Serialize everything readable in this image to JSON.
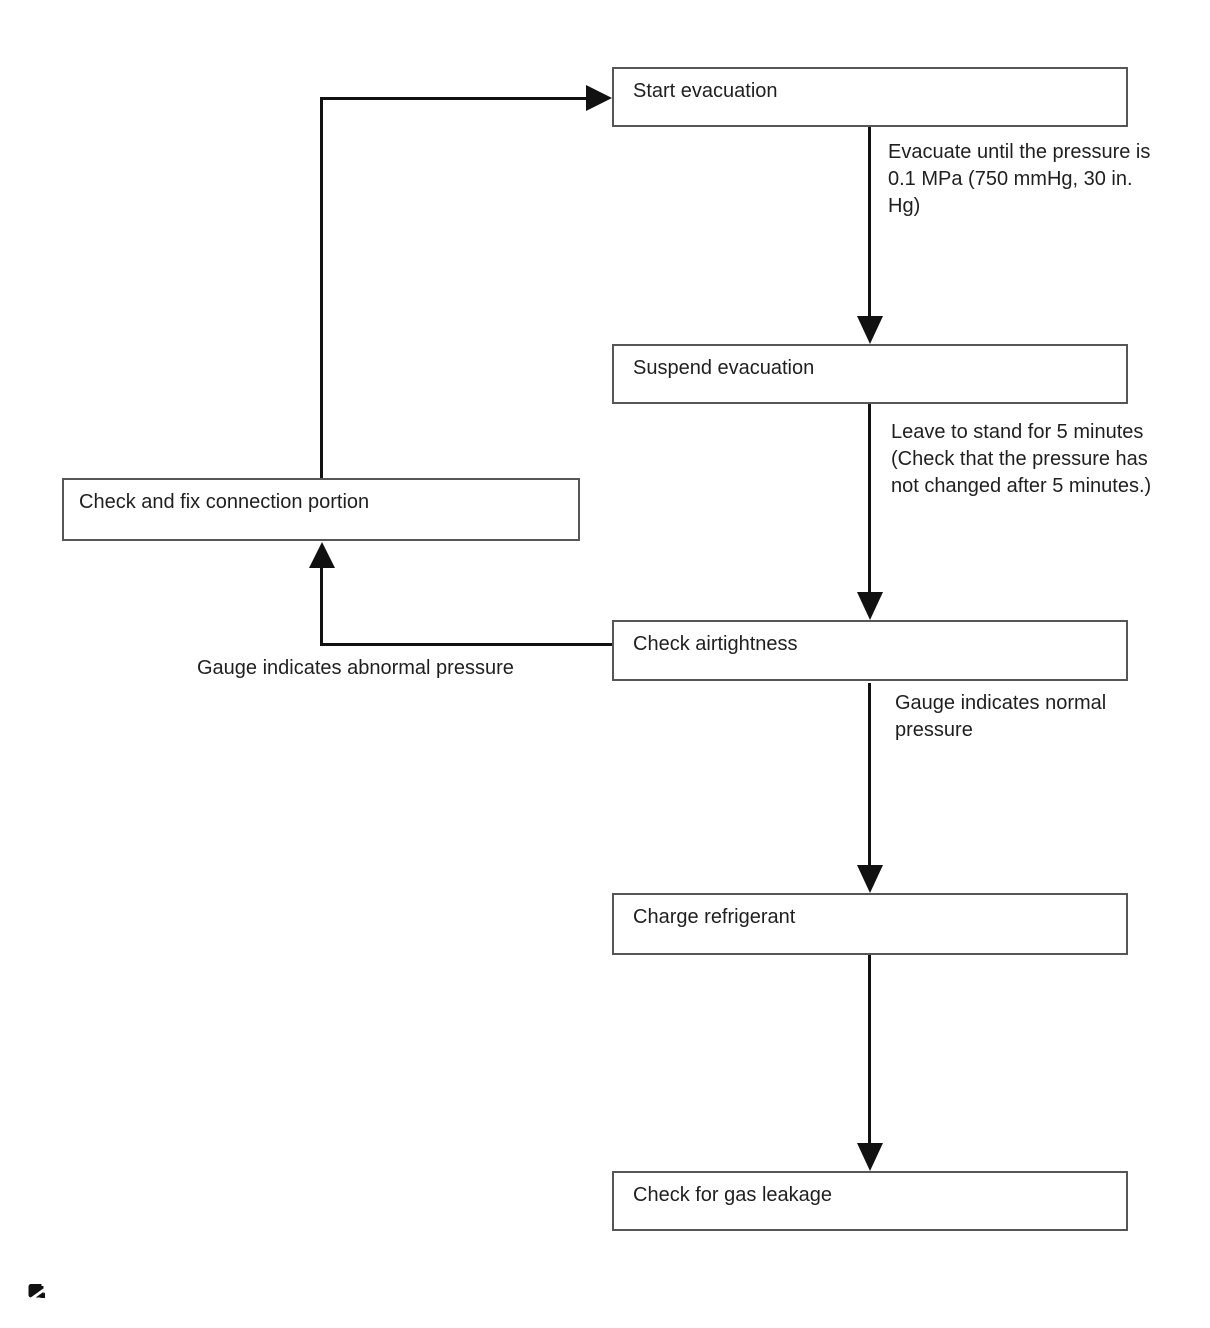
{
  "diagram": {
    "nodes": {
      "start_evacuation": "Start evacuation",
      "suspend_evacuation": "Suspend evacuation",
      "check_airtightness": "Check airtightness",
      "charge_refrigerant": "Charge refrigerant",
      "check_gas_leakage": "Check for gas leakage",
      "check_fix_connection": "Check and fix connection portion"
    },
    "edge_labels": {
      "evacuate_note": "Evacuate until the pressure is\n0.1 MPa (750 mmHg, 30 in.\nHg)",
      "stand_note": "Leave to stand for 5 minutes\n(Check that the pressure has\nnot changed after 5 minutes.)",
      "normal_pressure_note": "Gauge indicates normal\npressure",
      "abnormal_pressure_note": "Gauge indicates abnormal pressure"
    },
    "icons": {
      "bottom_left": "video-clip-icon"
    },
    "colors": {
      "line": "#111111",
      "box_border": "#565656",
      "text": "#1f1f1f",
      "background": "#ffffff"
    }
  }
}
